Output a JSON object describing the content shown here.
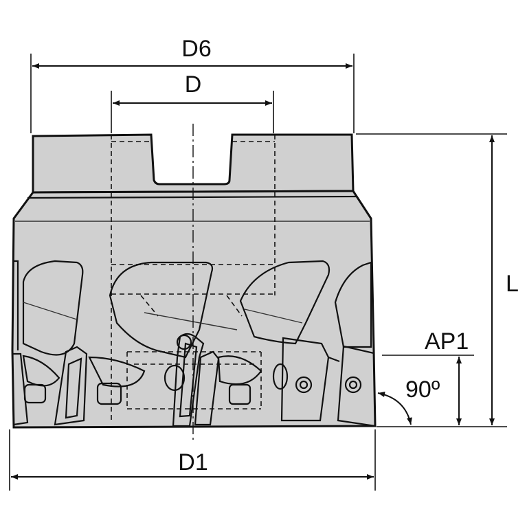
{
  "labels": {
    "d6": "D6",
    "d": "D",
    "d1": "D1",
    "l": "L",
    "ap1": "AP1",
    "angle": "90º"
  },
  "colors": {
    "line": "#111111",
    "body": "#d0d0d0",
    "insert": "#e6e6e6",
    "shadow": "#9a9a9a",
    "background": "#ffffff"
  }
}
